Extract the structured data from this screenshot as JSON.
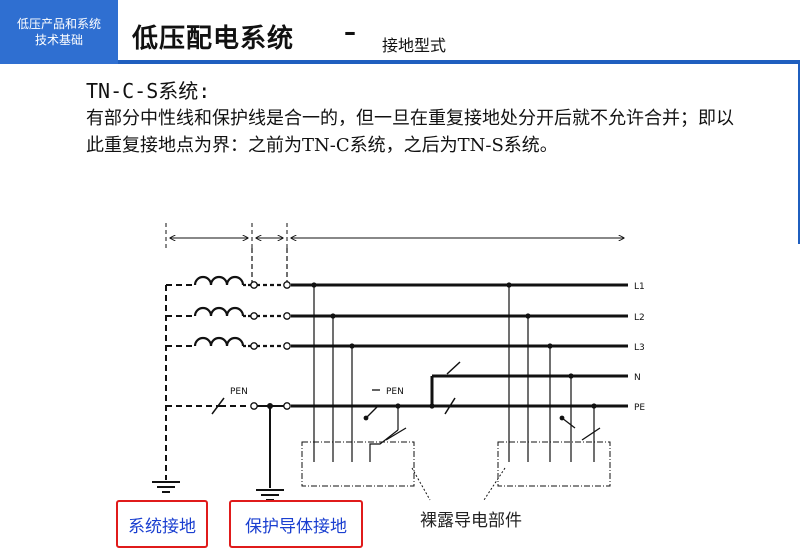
{
  "header": {
    "badge_line1": "低压产品和系统",
    "badge_line2": "技术基础",
    "title": "低压配电系统",
    "dash": "–",
    "subtitle": "接地型式"
  },
  "content": {
    "heading": "TN-C-S系统:",
    "paragraph": "有部分中性线和保护线是合一的，但一旦在重复接地处分开后就不允许合并；即以此重复接地点为界：之前为TN-C系统，之后为TN-S系统。"
  },
  "diagram": {
    "line_labels": [
      "L1",
      "L2",
      "L3",
      "N",
      "PE"
    ],
    "pen_label_1": "PEN",
    "pen_label_2": "PEN"
  },
  "labels": {
    "system_ground": "系统接地",
    "protective_ground": "保护导体接地",
    "exposed_parts": "裸露导电部件"
  },
  "colors": {
    "accent_blue": "#2f6fd1",
    "highlight_red": "#e01b1b",
    "label_blue": "#1a3fd0"
  }
}
